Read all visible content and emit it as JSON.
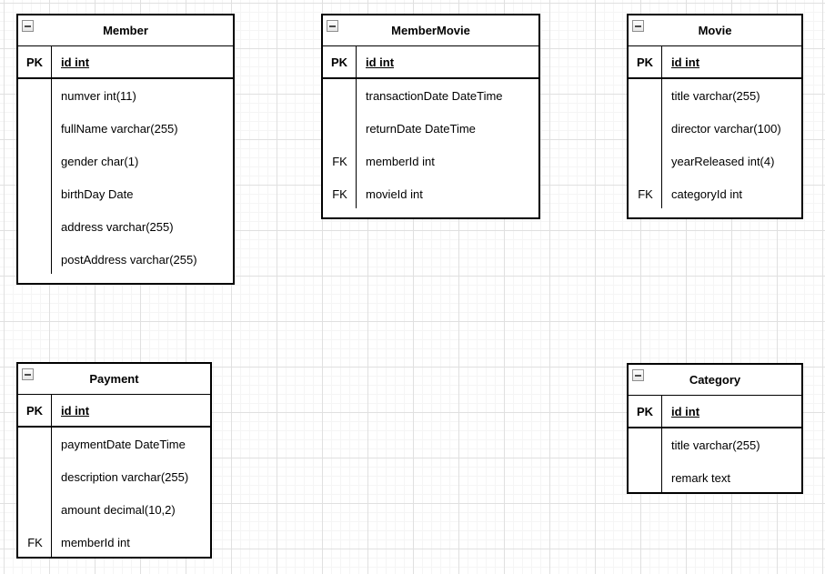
{
  "colors": {
    "border": "#000000",
    "table_background": "#ffffff",
    "grid_major": "#e0e0e0",
    "grid_minor": "#f5f5f5"
  },
  "tables": [
    {
      "name": "Member",
      "pk_key": "PK",
      "pk_field": "id int",
      "rows": [
        {
          "key": "",
          "field": "numver int(11)"
        },
        {
          "key": "",
          "field": "fullName varchar(255)"
        },
        {
          "key": "",
          "field": "gender char(1)"
        },
        {
          "key": "",
          "field": "birthDay Date"
        },
        {
          "key": "",
          "field": "address varchar(255)"
        },
        {
          "key": "",
          "field": "postAddress varchar(255)"
        }
      ]
    },
    {
      "name": "MemberMovie",
      "pk_key": "PK",
      "pk_field": "id int",
      "rows": [
        {
          "key": "",
          "field": "transactionDate DateTime"
        },
        {
          "key": "",
          "field": "returnDate DateTime"
        },
        {
          "key": "FK",
          "field": "memberId int"
        },
        {
          "key": "FK",
          "field": "movieId int"
        }
      ]
    },
    {
      "name": "Movie",
      "pk_key": "PK",
      "pk_field": "id int",
      "rows": [
        {
          "key": "",
          "field": "title varchar(255)"
        },
        {
          "key": "",
          "field": "director varchar(100)"
        },
        {
          "key": "",
          "field": "yearReleased int(4)"
        },
        {
          "key": "FK",
          "field": "categoryId int"
        }
      ]
    },
    {
      "name": "Payment",
      "pk_key": "PK",
      "pk_field": "id int",
      "rows": [
        {
          "key": "",
          "field": "paymentDate DateTime"
        },
        {
          "key": "",
          "field": "description varchar(255)"
        },
        {
          "key": "",
          "field": "amount decimal(10,2)"
        },
        {
          "key": "FK",
          "field": "memberId int"
        }
      ]
    },
    {
      "name": "Category",
      "pk_key": "PK",
      "pk_field": "id int",
      "rows": [
        {
          "key": "",
          "field": "title varchar(255)"
        },
        {
          "key": "",
          "field": "remark text"
        }
      ]
    }
  ]
}
